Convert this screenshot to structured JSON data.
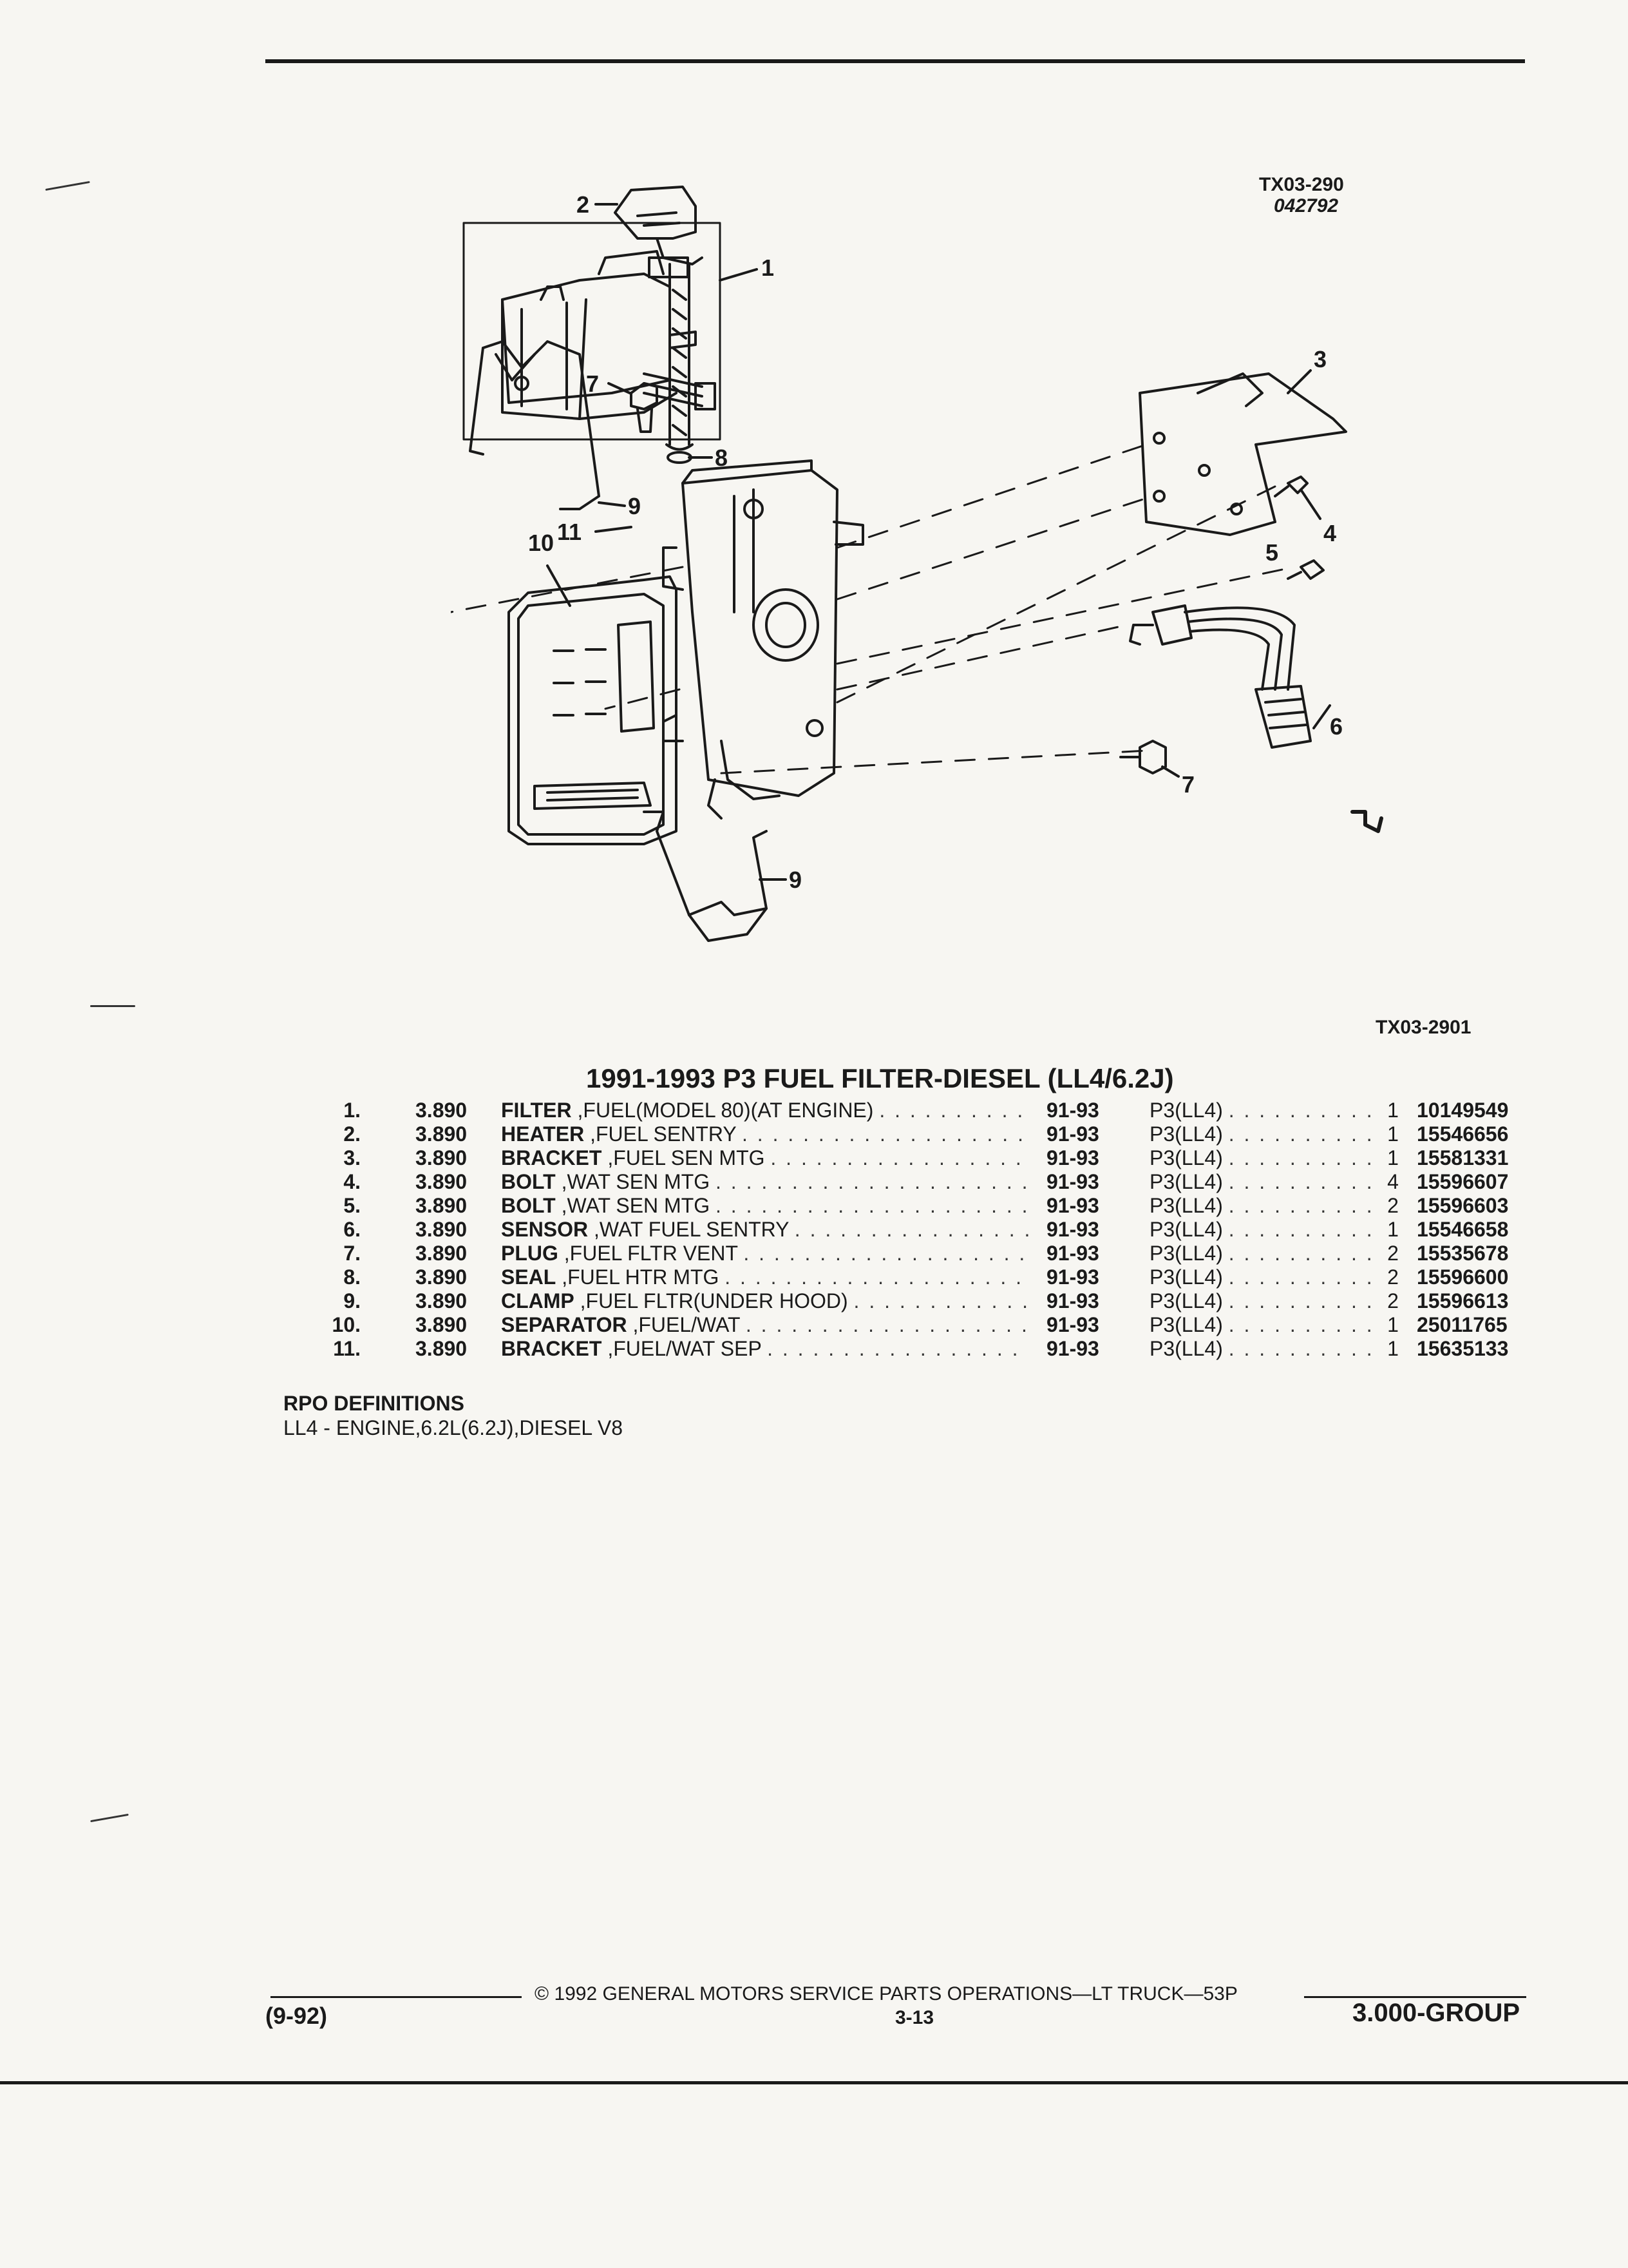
{
  "figure": {
    "ref_top": "TX03-290",
    "date_code": "042792",
    "ref_bottom": "TX03-2901",
    "callouts": [
      "1",
      "2",
      "3",
      "4",
      "5",
      "6",
      "7",
      "7",
      "8",
      "9",
      "9",
      "10",
      "11"
    ]
  },
  "title": "1991-1993 P3 FUEL FILTER-DIESEL (LL4/6.2J)",
  "parts": [
    {
      "no": "1.",
      "group": "3.890",
      "name": "FILTER",
      "desc": ",FUEL(MODEL 80)(AT ENGINE)",
      "years": "91-93",
      "model": "P3(LL4)",
      "qty": "1",
      "part": "10149549"
    },
    {
      "no": "2.",
      "group": "3.890",
      "name": "HEATER",
      "desc": ",FUEL SENTRY",
      "years": "91-93",
      "model": "P3(LL4)",
      "qty": "1",
      "part": "15546656"
    },
    {
      "no": "3.",
      "group": "3.890",
      "name": "BRACKET",
      "desc": ",FUEL SEN MTG",
      "years": "91-93",
      "model": "P3(LL4)",
      "qty": "1",
      "part": "15581331"
    },
    {
      "no": "4.",
      "group": "3.890",
      "name": "BOLT",
      "desc": ",WAT SEN MTG",
      "years": "91-93",
      "model": "P3(LL4)",
      "qty": "4",
      "part": "15596607"
    },
    {
      "no": "5.",
      "group": "3.890",
      "name": "BOLT",
      "desc": ",WAT SEN MTG",
      "years": "91-93",
      "model": "P3(LL4)",
      "qty": "2",
      "part": "15596603"
    },
    {
      "no": "6.",
      "group": "3.890",
      "name": "SENSOR",
      "desc": ",WAT FUEL SENTRY",
      "years": "91-93",
      "model": "P3(LL4)",
      "qty": "1",
      "part": "15546658"
    },
    {
      "no": "7.",
      "group": "3.890",
      "name": "PLUG",
      "desc": ",FUEL FLTR VENT",
      "years": "91-93",
      "model": "P3(LL4)",
      "qty": "2",
      "part": "15535678"
    },
    {
      "no": "8.",
      "group": "3.890",
      "name": "SEAL",
      "desc": ",FUEL HTR MTG",
      "years": "91-93",
      "model": "P3(LL4)",
      "qty": "2",
      "part": "15596600"
    },
    {
      "no": "9.",
      "group": "3.890",
      "name": "CLAMP",
      "desc": ",FUEL FLTR(UNDER HOOD)",
      "years": "91-93",
      "model": "P3(LL4)",
      "qty": "2",
      "part": "15596613"
    },
    {
      "no": "10.",
      "group": "3.890",
      "name": "SEPARATOR",
      "desc": ",FUEL/WAT",
      "years": "91-93",
      "model": "P3(LL4)",
      "qty": "1",
      "part": "25011765"
    },
    {
      "no": "11.",
      "group": "3.890",
      "name": "BRACKET",
      "desc": ",FUEL/WAT SEP",
      "years": "91-93",
      "model": "P3(LL4)",
      "qty": "1",
      "part": "15635133"
    }
  ],
  "rpo": {
    "heading": "RPO DEFINITIONS",
    "definition": "LL4 - ENGINE,6.2L(6.2J),DIESEL V8"
  },
  "footer": {
    "copyright": "© 1992 GENERAL MOTORS SERVICE PARTS OPERATIONS—LT TRUCK—53P",
    "page": "3-13",
    "date": "(9-92)",
    "group": "3.000-GROUP"
  }
}
